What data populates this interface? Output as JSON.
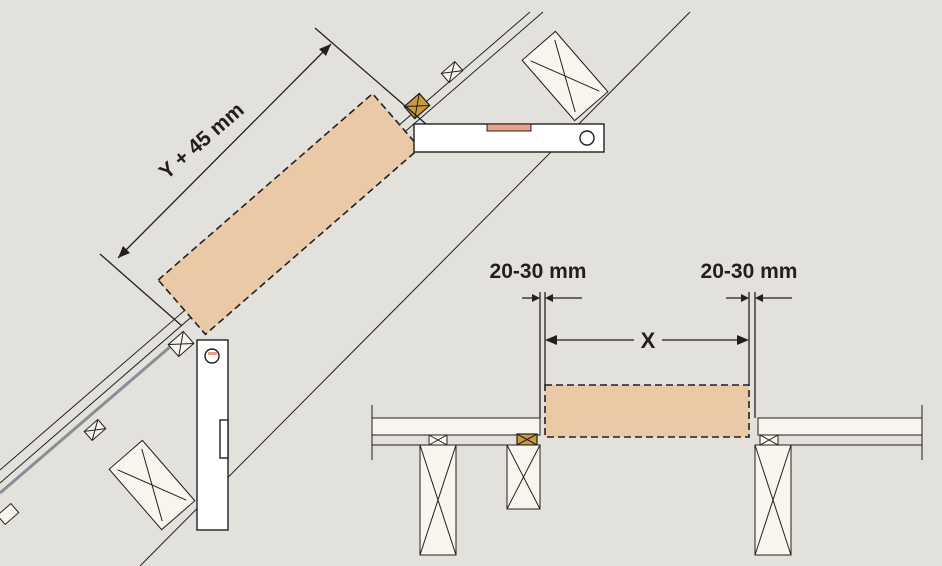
{
  "colors": {
    "background": "#e2e1dc",
    "panel_cut": "#e9c9a6",
    "wood_block": "#f7f5ec",
    "spacer_brown": "#c99b3e",
    "roof_seam": "#8a8f97",
    "vial": "#e6a28a",
    "line": "#231f20"
  },
  "labels": {
    "diagonal_dimension": "Y + 45 mm",
    "gap_left": "20-30 mm",
    "gap_right": "20-30 mm",
    "width_dimension": "X"
  },
  "icons": [
    "spirit-level-horizontal",
    "spirit-level-vertical",
    "wood-block",
    "spacer-block",
    "joist"
  ]
}
